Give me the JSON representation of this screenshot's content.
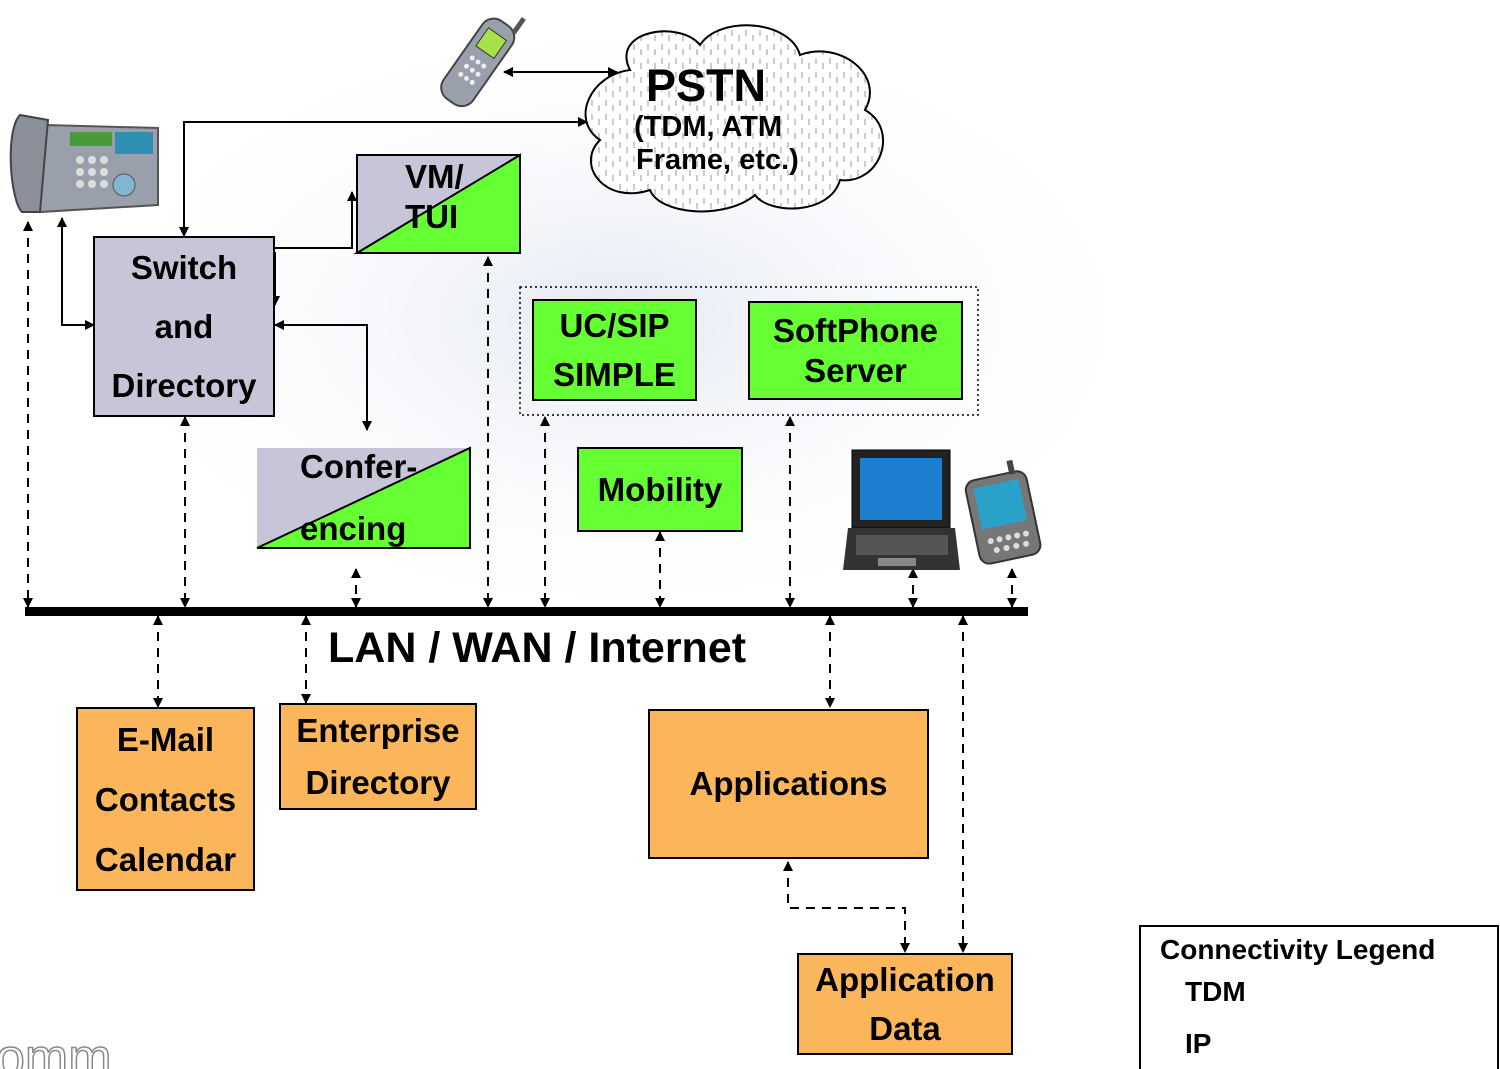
{
  "cloud": {
    "title": "PSTN",
    "line1": "(TDM, ATM",
    "line2": "Frame, etc.)"
  },
  "nodes": {
    "switch": [
      "Switch",
      "and",
      "Directory"
    ],
    "vm": [
      "VM/",
      "TUI"
    ],
    "conferencing": [
      "Confer-",
      "encing"
    ],
    "ucsip": [
      "UC/SIP",
      "SIMPLE"
    ],
    "softphone": [
      "SoftPhone",
      "Server"
    ],
    "mobility": "Mobility",
    "email": [
      "E-Mail",
      "Contacts",
      "Calendar"
    ],
    "enterprise": [
      "Enterprise",
      "Directory"
    ],
    "applications": "Applications",
    "appdata": [
      "Application",
      "Data"
    ]
  },
  "network": {
    "label": "LAN / WAN / Internet"
  },
  "legend": {
    "title": "Connectivity Legend",
    "tdm": "TDM",
    "ip": "IP"
  },
  "logo_text": "omm",
  "icons": [
    "desk-phone-icon",
    "cell-phone-icon",
    "laptop-icon",
    "pda-icon"
  ],
  "colors": {
    "servers": "#66ff33",
    "data": "#fbb65b",
    "switch": "#c6c6d8",
    "line": "#000000"
  }
}
